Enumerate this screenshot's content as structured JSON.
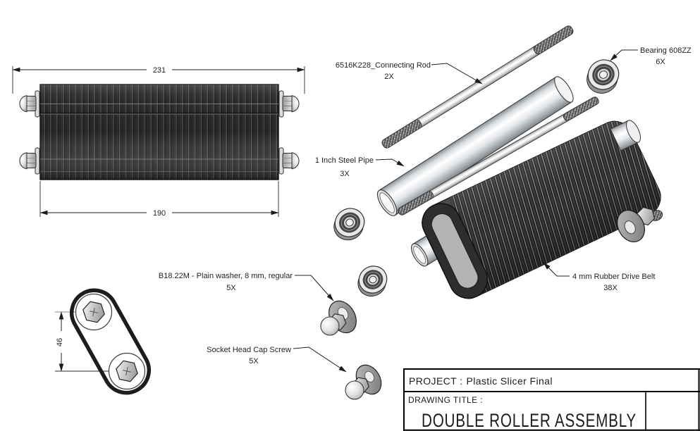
{
  "front_view": {
    "dim_outer": "231",
    "dim_inner": "190"
  },
  "belt_view": {
    "dim_centers": "46"
  },
  "callouts": {
    "connecting_rod": {
      "text": "6516K228_Connecting Rod",
      "qty": "2X"
    },
    "bearing": {
      "text": "Bearing 608ZZ",
      "qty": "6X"
    },
    "steel_pipe": {
      "text": "1 Inch Steel Pipe",
      "qty": "3X"
    },
    "plain_washer": {
      "text": "B18.22M - Plain washer, 8 mm, regular",
      "qty": "5X"
    },
    "drive_belt": {
      "text": "4 mm Rubber Drive Belt",
      "qty": "38X"
    },
    "cap_screw": {
      "text": "Socket Head Cap Screw",
      "qty": "5X"
    }
  },
  "title_block": {
    "project_label": "PROJECT :",
    "project_value": "Plastic Slicer Final",
    "drawing_title_label": "DRAWING TITLE :",
    "drawing_title_value": "DOUBLE ROLLER ASSEMBLY"
  },
  "colors": {
    "line": "#1c1c1c",
    "rubber_dark": "#2f2f2f",
    "metal_light": "#e8e8e8",
    "background": "#ffffff"
  }
}
